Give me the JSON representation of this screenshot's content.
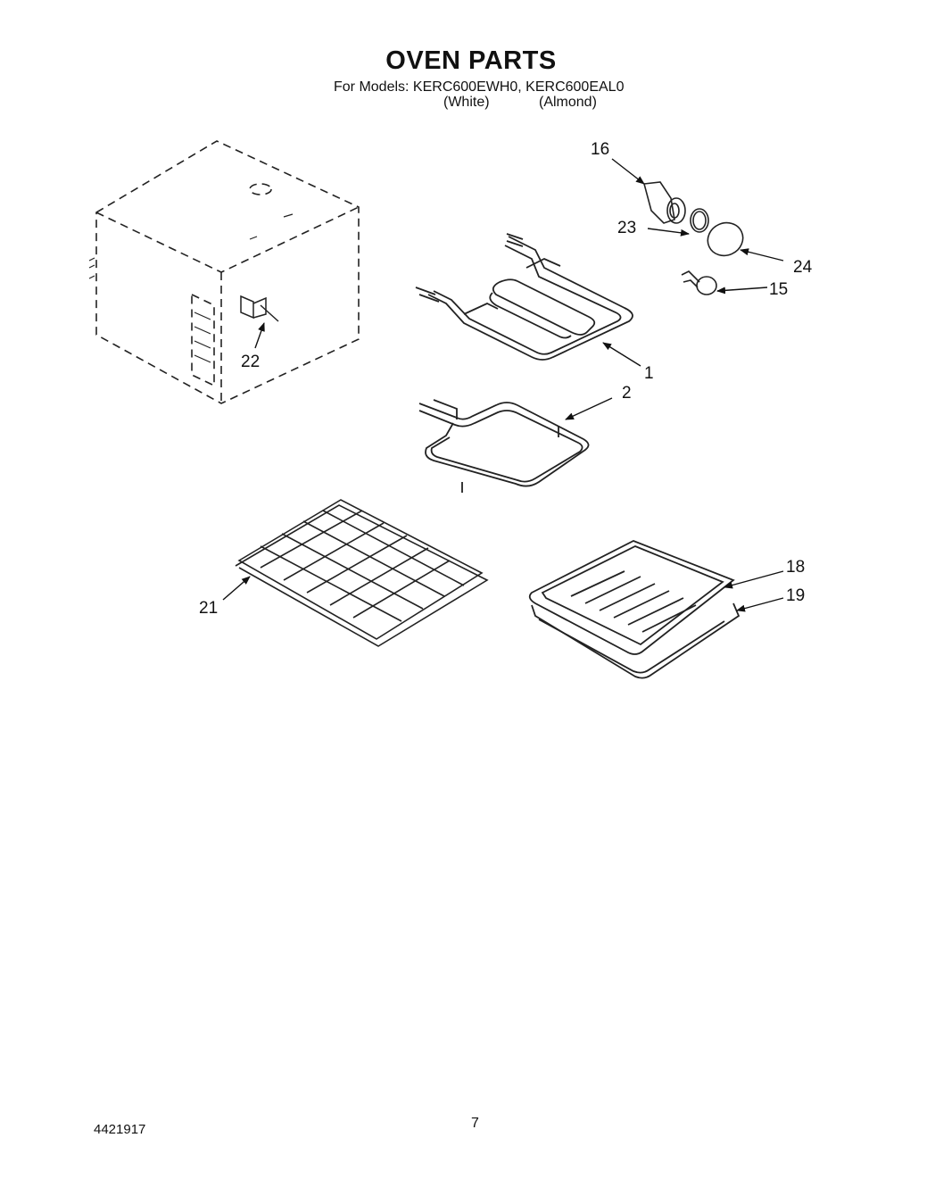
{
  "header": {
    "title": "OVEN PARTS",
    "subtitle": "For Models: KERC600EWH0, KERC600EAL0",
    "variants": [
      "(White)",
      "(Almond)"
    ]
  },
  "callouts": {
    "p16": "16",
    "p23": "23",
    "p24": "24",
    "p15": "15",
    "p1": "1",
    "p2": "2",
    "p22": "22",
    "p18": "18",
    "p19": "19",
    "p21": "21"
  },
  "footer": {
    "doc_number": "4421917",
    "page_number": "7"
  }
}
